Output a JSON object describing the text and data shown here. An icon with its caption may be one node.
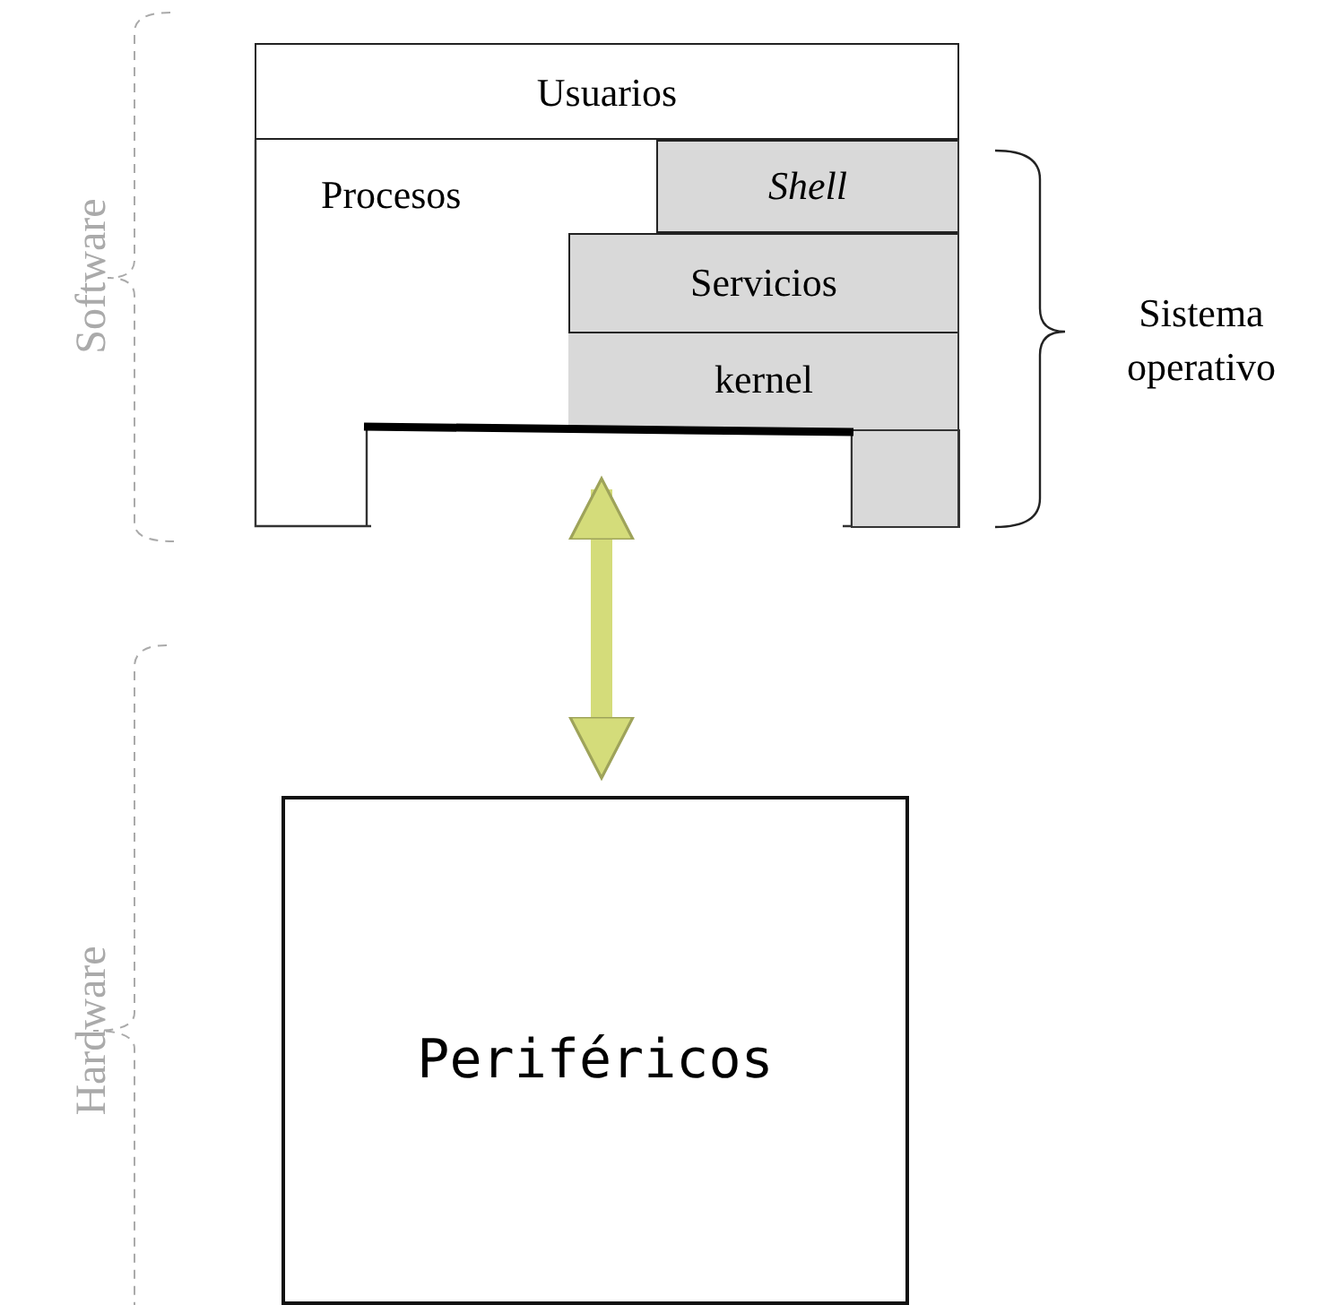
{
  "diagram": {
    "nodes": [
      {
        "text": [
          "Usuarios"
        ]
      },
      {
        "text": [
          "Procesos"
        ]
      },
      {
        "text": [
          "Shell"
        ],
        "in": 1
      },
      {
        "text": [
          "Servicios"
        ],
        "in": 1
      },
      {
        "text": [
          "kernel"
        ],
        "in": 1
      },
      {
        "text": [
          "Periféricos"
        ]
      }
    ],
    "edges": [
      {
        "from": 4,
        "to": 5,
        "arrow": "both",
        "color": "#d4dc7a"
      }
    ],
    "labels": [
      "Sistema operativo",
      "Software",
      "Hardware"
    ]
  }
}
